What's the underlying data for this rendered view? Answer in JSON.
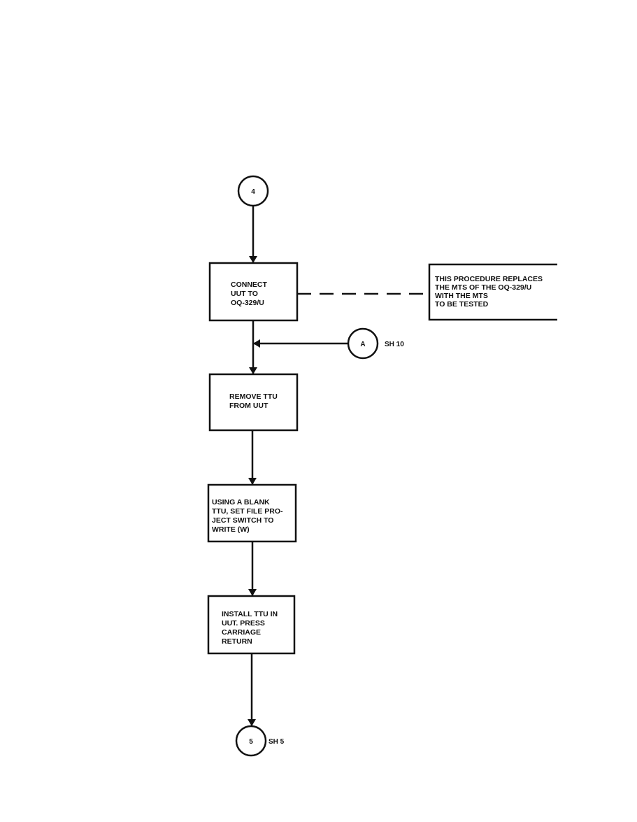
{
  "connectors": {
    "start": {
      "label": "4"
    },
    "entry_a": {
      "label": "A",
      "sheet_ref": "SH 10"
    },
    "end": {
      "label": "5",
      "sheet_ref": "SH 5"
    }
  },
  "steps": [
    {
      "lines": [
        "CONNECT",
        "UUT TO",
        "OQ-329/U"
      ]
    },
    {
      "lines": [
        "REMOVE TTU",
        "FROM UUT"
      ]
    },
    {
      "lines": [
        "USING A BLANK",
        "TTU, SET FILE PRO-",
        "JECT SWITCH TO",
        "WRITE (W)"
      ]
    },
    {
      "lines": [
        "INSTALL TTU IN",
        "UUT. PRESS",
        "CARRIAGE",
        "RETURN"
      ]
    }
  ],
  "note": {
    "lines": [
      "THIS PROCEDURE REPLACES",
      "THE MTS OF THE OQ-329/U",
      "WITH THE MTS",
      "TO BE TESTED"
    ]
  }
}
